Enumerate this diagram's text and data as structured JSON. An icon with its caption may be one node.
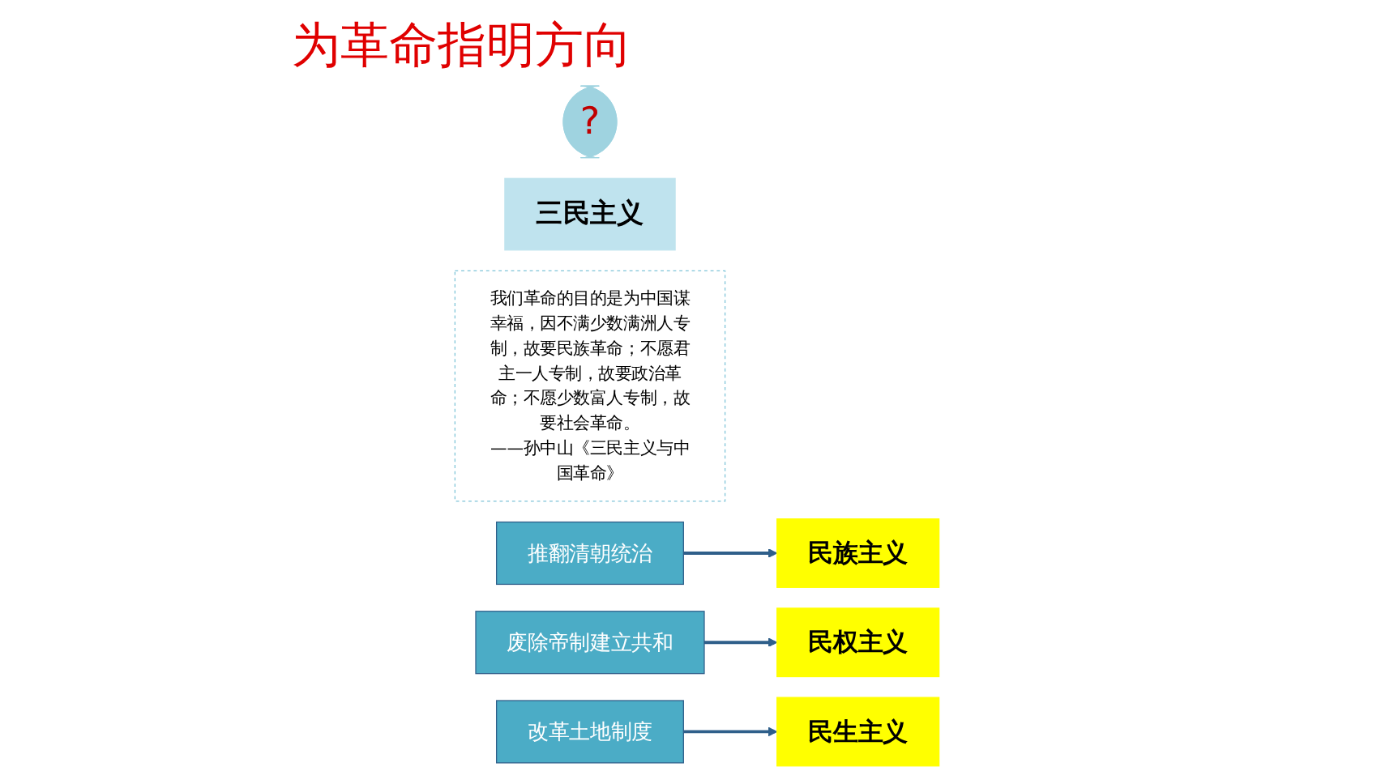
{
  "diagram": {
    "title": "为革命指明方向",
    "nodes": [
      {
        "text": [
          "?"
        ]
      },
      {
        "text": [
          "三民主义"
        ]
      },
      {
        "text": [
          "我们革命的目的是为中国谋幸福，因不满少数满洲人专制，故要民族革命；不愿君主一人专制，故要政治革命；不愿少数富人专制，故要社会革命。",
          "——孙中山《三民主义与中国革命》"
        ]
      },
      {
        "text": [
          "推翻清朝统治"
        ]
      },
      {
        "text": [
          "废除帝制建立共和"
        ]
      },
      {
        "text": [
          "改革土地制度"
        ]
      },
      {
        "text": [
          "民族主义"
        ]
      },
      {
        "text": [
          "民权主义"
        ]
      },
      {
        "text": [
          "民生主义"
        ]
      }
    ],
    "edges": [
      {
        "from": 3,
        "to": 6,
        "arrow": "to"
      },
      {
        "from": 4,
        "to": 7,
        "arrow": "to"
      },
      {
        "from": 5,
        "to": 8,
        "arrow": "to"
      }
    ]
  }
}
